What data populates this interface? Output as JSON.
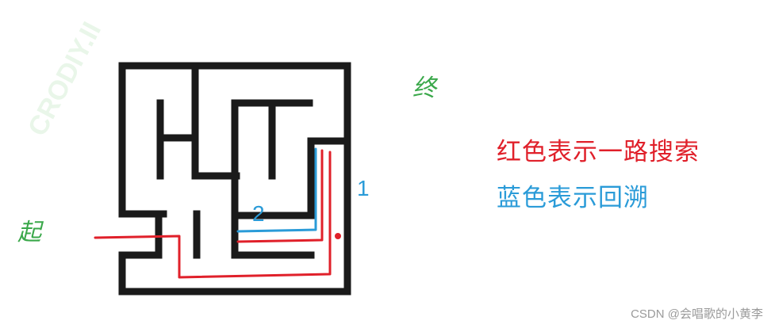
{
  "legend": {
    "red_text": "红色表示一路搜索",
    "blue_text": "蓝色表示回溯"
  },
  "labels": {
    "start": "起",
    "end": "终",
    "path_1": "1",
    "path_2": "2"
  },
  "watermark": {
    "text": "CSDN @会唱歌的小黄李",
    "faint_mark": "CRODIY.II"
  },
  "colors": {
    "maze_walls": "#1a1a1a",
    "search_path": "#e0202a",
    "backtrack_path": "#2a9bd8",
    "handwriting": "#3aa84a",
    "legend_red": "#e0202a",
    "legend_blue": "#2a9bd8"
  }
}
